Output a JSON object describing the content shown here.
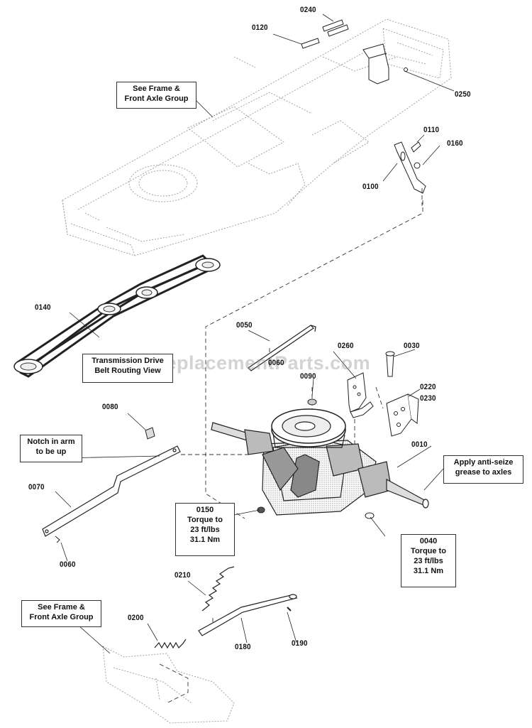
{
  "part_numbers": {
    "p0240": "0240",
    "p0120": "0120",
    "p0250": "0250",
    "p0110": "0110",
    "p0160": "0160",
    "p0100": "0100",
    "p0140": "0140",
    "p0050": "0050",
    "p0060_top": "0060",
    "p0260": "0260",
    "p0030": "0030",
    "p0090": "0090",
    "p0220": "0220",
    "p0230": "0230",
    "p0080": "0080",
    "p0010": "0010",
    "p0070": "0070",
    "p0150": "0150",
    "p0040": "0040",
    "p0060_bottom": "0060",
    "p0210": "0210",
    "p0200": "0200",
    "p0180": "0180",
    "p0190": "0190"
  },
  "callouts": {
    "see_frame_top": [
      "See Frame &",
      "Front Axle Group"
    ],
    "transmission_drive": [
      "Transmission Drive",
      "Belt Routing View"
    ],
    "notch": [
      "Notch in arm",
      "to be up"
    ],
    "anti_seize": [
      "Apply anti-seize",
      "grease to axles"
    ],
    "torque_0150": [
      "0150",
      "Torque to",
      "23 ft/lbs",
      "31.1 Nm"
    ],
    "torque_0040": [
      "0040",
      "Torque to",
      "23 ft/lbs",
      "31.1 Nm"
    ],
    "see_frame_bottom": [
      "See Frame &",
      "Front Axle Group"
    ]
  },
  "watermark": "eReplacementParts.com"
}
